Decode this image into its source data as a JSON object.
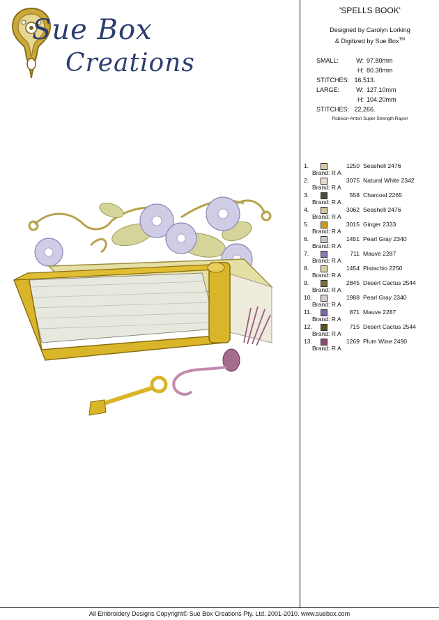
{
  "logo": {
    "line1": "Sue Box",
    "line2": "Creations"
  },
  "title": "'SPELLS BOOK'",
  "designed_by": "Designed by Carolyn Lorking",
  "digitized_by": "& Digitized by Sue Box",
  "tm": "TM",
  "specs": {
    "small_label": "SMALL:",
    "small_w_label": "W:",
    "small_w": "97.80mm",
    "small_h_label": "H:",
    "small_h": "80.30mm",
    "stitches_label": "STITCHES:",
    "small_stitches": "16,513.",
    "large_label": "LARGE:",
    "large_w_label": "W:",
    "large_w": "127.10mm",
    "large_h_label": "H:",
    "large_h": "104.20mm",
    "large_stitches": "22,266."
  },
  "thread_brand": "Robison-Anton Super Strength Rayon",
  "colors": [
    {
      "num": "1.",
      "code": "1250",
      "name": "Seashell 2476",
      "brand": "Brand: R A",
      "swatch": "#d8c7a3"
    },
    {
      "num": "2.",
      "code": "3075",
      "name": "Natural White 2342",
      "brand": "Brand: R A",
      "swatch": "#e8dccd"
    },
    {
      "num": "3.",
      "code": "558",
      "name": "Charcoal 2265",
      "brand": "Brand: R A",
      "swatch": "#4a4a3e"
    },
    {
      "num": "4.",
      "code": "3062",
      "name": "Seashell 2476",
      "brand": "Brand: R A",
      "swatch": "#d6c49a"
    },
    {
      "num": "5.",
      "code": "3015",
      "name": "Ginger 2333",
      "brand": "Brand: R A",
      "swatch": "#c89a18"
    },
    {
      "num": "6.",
      "code": "1451",
      "name": "Pearl Gray 2340",
      "brand": "Brand: R A",
      "swatch": "#c9c5cf"
    },
    {
      "num": "7.",
      "code": "711",
      "name": "Mauve 2287",
      "brand": "Brand: R A",
      "swatch": "#8f77b6"
    },
    {
      "num": "8.",
      "code": "1454",
      "name": "Pistachio 2250",
      "brand": "Brand: R A",
      "swatch": "#d7cfa2"
    },
    {
      "num": "9.",
      "code": "2845",
      "name": "Desert Cactus 2544",
      "brand": "Brand: R A",
      "swatch": "#7a6a3c"
    },
    {
      "num": "10.",
      "code": "1988",
      "name": "Pearl Gray 2340",
      "brand": "Brand: R A",
      "swatch": "#d3c8d4"
    },
    {
      "num": "11.",
      "code": "871",
      "name": "Mauve 2287",
      "brand": "Brand: R A",
      "swatch": "#7d63a8"
    },
    {
      "num": "12.",
      "code": "715",
      "name": "Desert Cactus 2544",
      "brand": "Brand: R A",
      "swatch": "#5d531d"
    },
    {
      "num": "13.",
      "code": "1269",
      "name": "Plum Wine 2490",
      "brand": "Brand: R A",
      "swatch": "#8b4a73"
    }
  ],
  "footer": "All Embroidery Designs Copyright© Sue Box Creations Pty. Ltd. 2001-2010. www.suebox.com"
}
